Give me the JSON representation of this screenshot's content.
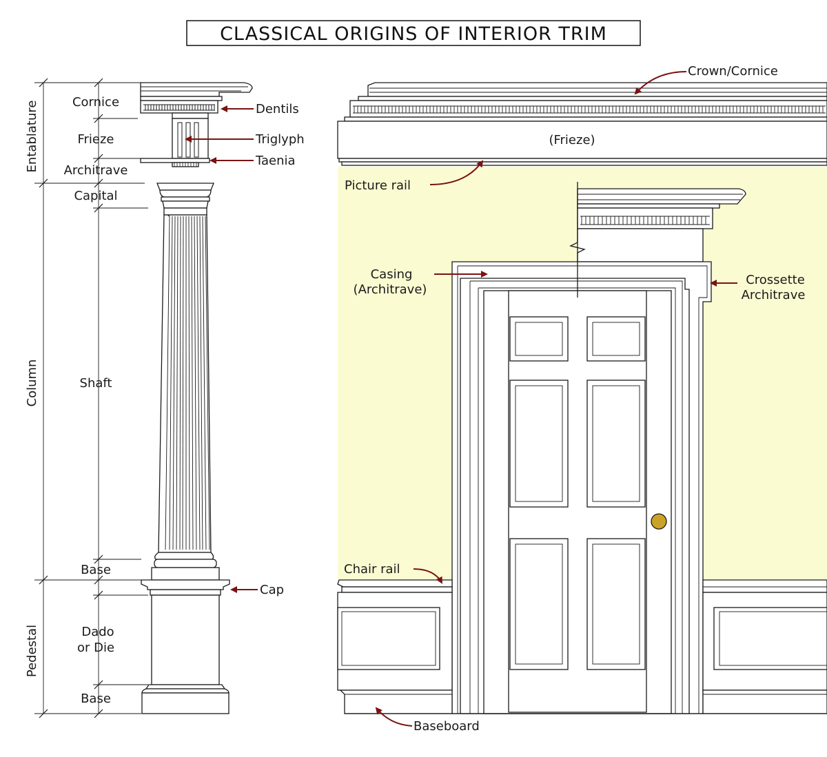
{
  "title": "CLASSICAL ORIGINS OF INTERIOR TRIM",
  "colors": {
    "wall": "#fbfbd2",
    "arrow": "#7a1212",
    "knob": "#c9a227",
    "ink": "#1a1a1a"
  },
  "column_labels": {
    "groups": {
      "entablature": "Entablature",
      "column": "Column",
      "pedestal": "Pedestal"
    },
    "parts": {
      "cornice": "Cornice",
      "frieze": "Frieze",
      "architrave": "Architrave",
      "capital": "Capital",
      "shaft": "Shaft",
      "base": "Base",
      "dado_line1": "Dado",
      "dado_line2": "or Die",
      "pedestal_base": "Base"
    },
    "callouts": {
      "dentils": "Dentils",
      "triglyph": "Triglyph",
      "taenia": "Taenia",
      "cap": "Cap"
    }
  },
  "wall_labels": {
    "crown": "Crown/Cornice",
    "frieze": "(Frieze)",
    "picture_rail": "Picture rail",
    "casing_line1": "Casing",
    "casing_line2": "(Architrave)",
    "crossette_line1": "Crossette",
    "crossette_line2": "Architrave",
    "chair_rail": "Chair rail",
    "baseboard": "Baseboard"
  }
}
